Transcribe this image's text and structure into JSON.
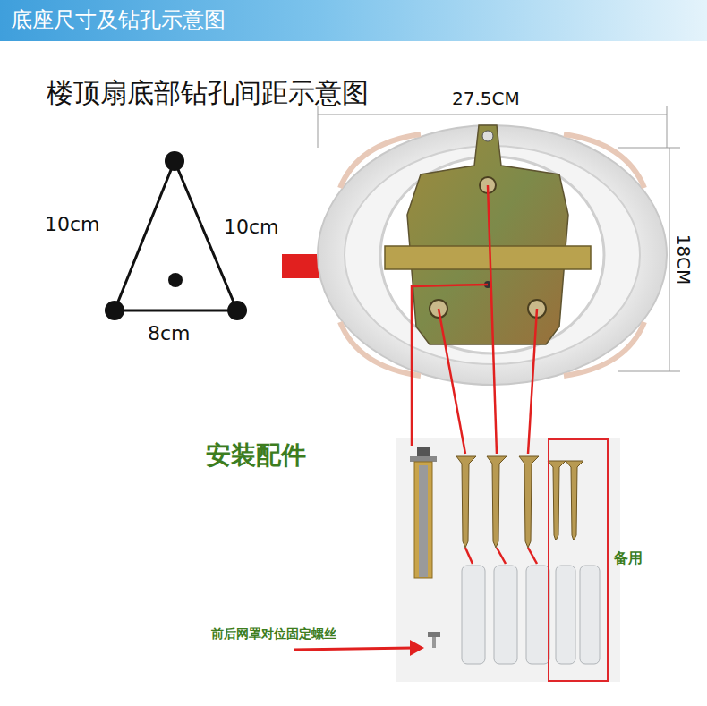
{
  "diagram": {
    "title": "底座尺寸及钻孔示意图",
    "nodes": [
      {
        "text": [
          "备用"
        ]
      }
    ],
    "labels": [
      "楼顶扇底部钻孔间距示意图",
      "27.5CM",
      "10cm",
      "10cm",
      "18CM",
      "8cm",
      "安装配件",
      "前后网罩对位固定螺丝"
    ]
  }
}
